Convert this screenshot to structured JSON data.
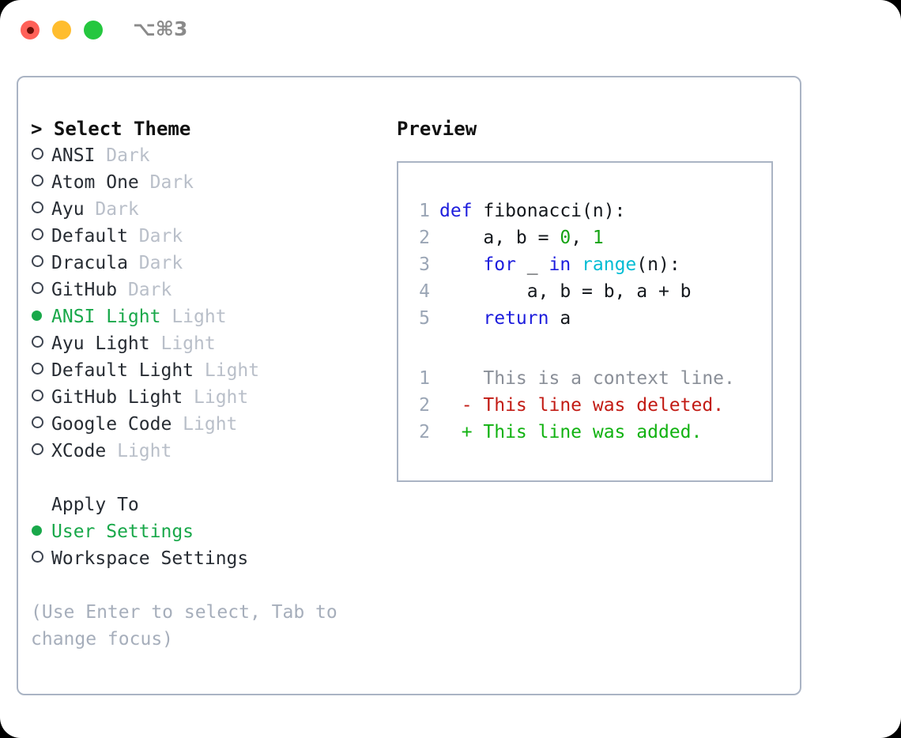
{
  "titlebar": {
    "shortcut": "⌥⌘3",
    "dots": [
      {
        "name": "close-dot",
        "color": "#ff6158"
      },
      {
        "name": "minimize-dot",
        "color": "#ffbd2e"
      },
      {
        "name": "maximize-dot",
        "color": "#25c73f"
      }
    ]
  },
  "theme_selector": {
    "header": "> Select Theme",
    "items": [
      {
        "marker": "○",
        "selected": false,
        "name": "ANSI",
        "badge": "Dark"
      },
      {
        "marker": "○",
        "selected": false,
        "name": "Atom One",
        "badge": "Dark"
      },
      {
        "marker": "○",
        "selected": false,
        "name": "Ayu",
        "badge": "Dark"
      },
      {
        "marker": "○",
        "selected": false,
        "name": "Default",
        "badge": "Dark"
      },
      {
        "marker": "○",
        "selected": false,
        "name": "Dracula",
        "badge": "Dark"
      },
      {
        "marker": "○",
        "selected": false,
        "name": "GitHub",
        "badge": "Dark"
      },
      {
        "marker": "●",
        "selected": true,
        "name": "ANSI Light",
        "badge": "Light"
      },
      {
        "marker": "○",
        "selected": false,
        "name": "Ayu Light",
        "badge": "Light"
      },
      {
        "marker": "○",
        "selected": false,
        "name": "Default Light",
        "badge": "Light"
      },
      {
        "marker": "○",
        "selected": false,
        "name": "GitHub Light",
        "badge": "Light"
      },
      {
        "marker": "○",
        "selected": false,
        "name": "Google Code",
        "badge": "Light"
      },
      {
        "marker": "○",
        "selected": false,
        "name": "XCode",
        "badge": "Light"
      }
    ]
  },
  "apply_to": {
    "header": "Apply To",
    "items": [
      {
        "marker": "●",
        "selected": true,
        "name": "User Settings"
      },
      {
        "marker": "○",
        "selected": false,
        "name": "Workspace Settings"
      }
    ]
  },
  "hint": "(Use Enter to select, Tab to change focus)",
  "preview": {
    "title": "Preview",
    "code_lines": [
      {
        "no": "1",
        "tokens": [
          {
            "t": "def ",
            "c": "kw"
          },
          {
            "t": "fibonacci",
            "c": "id"
          },
          {
            "t": "(n):",
            "c": "punc"
          }
        ]
      },
      {
        "no": "2",
        "tokens": [
          {
            "t": "    a, b = ",
            "c": "id"
          },
          {
            "t": "0",
            "c": "num"
          },
          {
            "t": ", ",
            "c": "punc"
          },
          {
            "t": "1",
            "c": "num"
          }
        ]
      },
      {
        "no": "3",
        "tokens": [
          {
            "t": "    ",
            "c": "punc"
          },
          {
            "t": "for",
            "c": "kw"
          },
          {
            "t": " _ ",
            "c": "id"
          },
          {
            "t": "in",
            "c": "kw"
          },
          {
            "t": " ",
            "c": "id"
          },
          {
            "t": "range",
            "c": "fn"
          },
          {
            "t": "(n):",
            "c": "punc"
          }
        ]
      },
      {
        "no": "4",
        "tokens": [
          {
            "t": "        a, b = b, a + b",
            "c": "id"
          }
        ]
      },
      {
        "no": "5",
        "tokens": [
          {
            "t": "    ",
            "c": "punc"
          },
          {
            "t": "return",
            "c": "kw"
          },
          {
            "t": " a",
            "c": "id"
          }
        ]
      }
    ],
    "diff_lines": [
      {
        "no": "1",
        "sign": "  ",
        "text": "This is a context line.",
        "kind": "ctx"
      },
      {
        "no": "2",
        "sign": "- ",
        "text": "This line was deleted.",
        "kind": "del"
      },
      {
        "no": "2",
        "sign": "+ ",
        "text": "This line was added.",
        "kind": "add"
      }
    ]
  },
  "colors": {
    "accent_green": "#19a84a",
    "border": "#aab4c4",
    "badge_gray": "#b9bfc9",
    "hint_gray": "#a6aebb",
    "keyword_blue": "#1d1ddd",
    "function_cyan": "#00bcd4",
    "number_green": "#16a314",
    "diff_delete_red": "#c21b14",
    "diff_add_green": "#11b211",
    "lineno_gray": "#9aa5b5"
  }
}
